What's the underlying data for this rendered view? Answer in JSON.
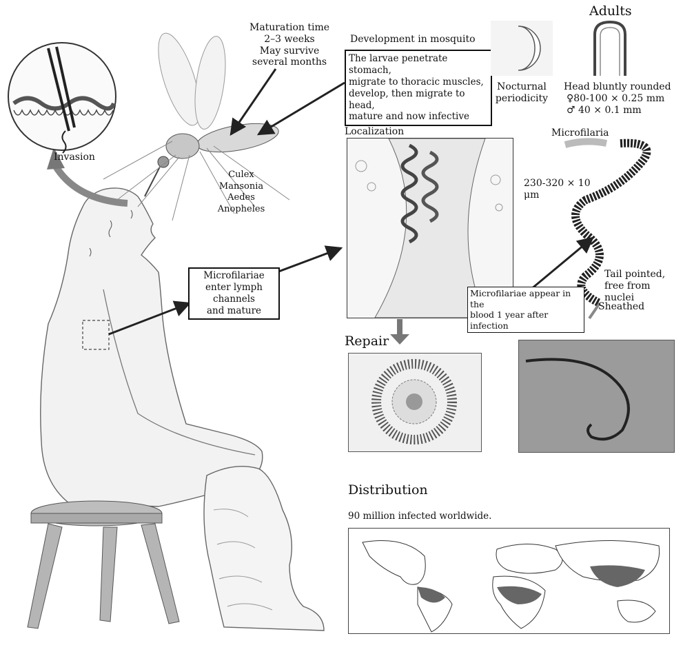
{
  "mosquito": {
    "maturation_lines": [
      "Maturation time",
      "2–3 weeks",
      "May survive",
      "several months"
    ],
    "vector_lines": [
      "Culex",
      "Mansonia",
      "Aedes",
      "Anopheles"
    ],
    "invasion_label": "Invasion"
  },
  "development": {
    "heading": "Development in mosquito",
    "box_lines": [
      "The larvae penetrate stomach,",
      "migrate to thoracic muscles,",
      "develop, then migrate to head,",
      "mature and now infective"
    ]
  },
  "periodicity": {
    "lines": [
      "Nocturnal",
      "periodicity"
    ]
  },
  "adults": {
    "heading": "Adults",
    "lines": [
      "Head bluntly rounded",
      "♀80-100 × 0.25 mm",
      "♂ 40 × 0.1 mm"
    ]
  },
  "localization": {
    "heading": "Localization"
  },
  "microfilaria": {
    "heading": "Microfilaria",
    "size_lines": [
      "230-320 × 10",
      "μm"
    ],
    "tail_lines": [
      "Tail pointed,",
      "free from nuclei"
    ],
    "sheath_label": "Sheathed",
    "appear_lines": [
      "Microfilariae appear in the",
      "blood 1 year after infection"
    ]
  },
  "lymph": {
    "box_lines": [
      "Microfilariae",
      "enter lymph channels",
      "and mature"
    ]
  },
  "repair": {
    "heading": "Repair"
  },
  "distribution": {
    "heading": "Distribution",
    "caption": "90 million infected worldwide."
  }
}
